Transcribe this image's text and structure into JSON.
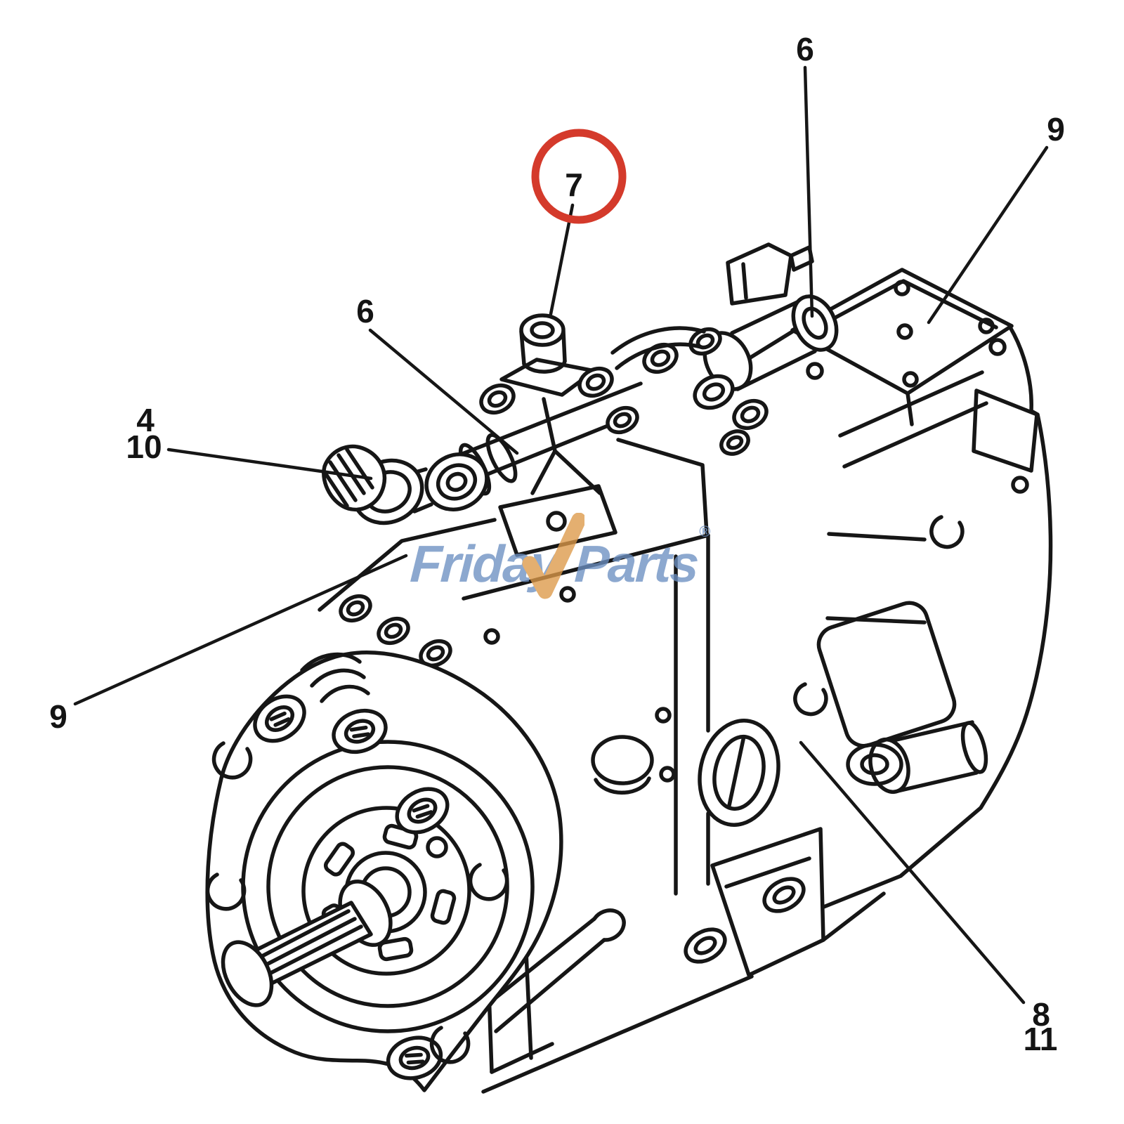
{
  "figure": {
    "alt": "Black-and-white exploded line drawing of a tandem hydraulic piston pump with front gear pump, splined drive shaft, regulator valve assembly, solenoid valve, rear cover and mounting foot",
    "highlighted_callout": "7"
  },
  "colors": {
    "line": "#161616",
    "highlight_red": "#d43a2b",
    "watermark_blue": "#6d90c2",
    "watermark_orange": "#dd9948"
  },
  "callouts": [
    {
      "id": "7",
      "label": "7",
      "circled": true
    },
    {
      "id": "6-top",
      "label": "6",
      "circled": false
    },
    {
      "id": "9-top-right",
      "label": "9",
      "circled": false
    },
    {
      "id": "6-left",
      "label": "6",
      "circled": false
    },
    {
      "id": "4",
      "label": "4",
      "circled": false
    },
    {
      "id": "10",
      "label": "10",
      "circled": false
    },
    {
      "id": "9-left",
      "label": "9",
      "circled": false
    },
    {
      "id": "8",
      "label": "8",
      "circled": false
    },
    {
      "id": "11",
      "label": "11",
      "circled": false
    }
  ],
  "watermark": {
    "brand_part1": "Friday",
    "brand_part2": "Parts",
    "registered_mark": "®"
  }
}
